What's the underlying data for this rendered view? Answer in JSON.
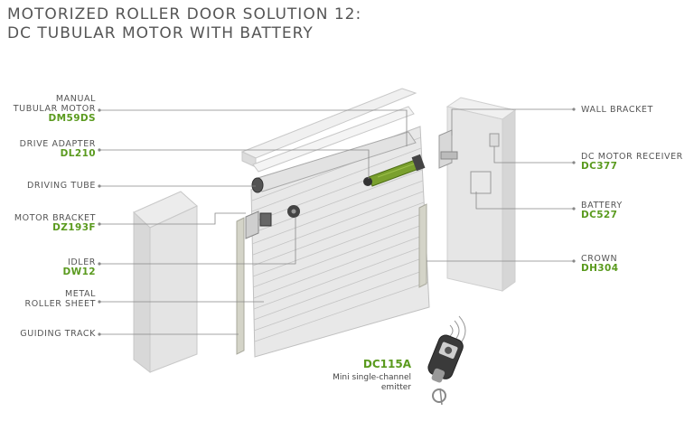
{
  "title": {
    "line1": "MOTORIZED ROLLER DOOR SOLUTION 12:",
    "line2": "DC TUBULAR MOTOR WITH BATTERY"
  },
  "left_labels": [
    {
      "line1": "MANUAL",
      "line2": "TUBULAR MOTOR",
      "code": "DM59DS"
    },
    {
      "line1": "DRIVE ADAPTER",
      "line2": "",
      "code": "DL210"
    },
    {
      "line1": "DRIVING TUBE",
      "line2": "",
      "code": ""
    },
    {
      "line1": "MOTOR BRACKET",
      "line2": "",
      "code": "DZ193F"
    },
    {
      "line1": "IDLER",
      "line2": "",
      "code": "DW12"
    },
    {
      "line1": "METAL",
      "line2": "ROLLER SHEET",
      "code": ""
    },
    {
      "line1": "GUIDING TRACK",
      "line2": "",
      "code": ""
    }
  ],
  "right_labels": [
    {
      "line1": "WALL BRACKET",
      "code": ""
    },
    {
      "line1": "DC MOTOR RECEIVER",
      "code": "DC377"
    },
    {
      "line1": "BATTERY",
      "code": "DC527"
    },
    {
      "line1": "CROWN",
      "code": "DH304"
    }
  ],
  "emitter": {
    "code": "DC115A",
    "line1": "Mini single-channel",
    "line2": "emitter"
  },
  "colors": {
    "accent_green": "#5a9a1e",
    "text_gray": "#555555",
    "leader_line": "#888888"
  }
}
